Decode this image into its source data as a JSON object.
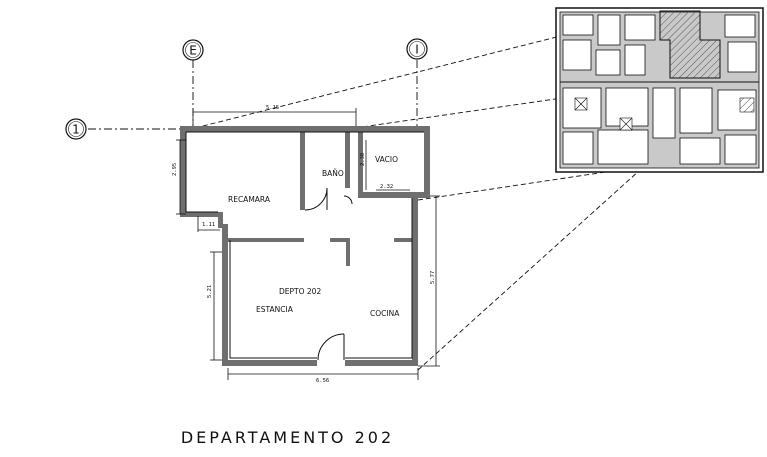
{
  "title": "DEPARTAMENTO 202",
  "axes": [
    "E",
    "I",
    "1"
  ],
  "rooms": {
    "recamara": "RECAMARA",
    "bano": "BAÑO",
    "vacio": "VACIO",
    "depto": "DEPTO 202",
    "estancia": "ESTANCIA",
    "cocina": "COCINA"
  },
  "dimensions": {
    "top": "5.15",
    "left_upper": "2.95",
    "left_small": "1.11",
    "left_lower": "5.21",
    "vacio_w": "2.32",
    "vacio_h": "2.30",
    "right": "5.77",
    "bottom": "6.56"
  },
  "colors": {
    "line": "#111111",
    "hatch": "#555555",
    "wall": "#6f6f6f"
  }
}
